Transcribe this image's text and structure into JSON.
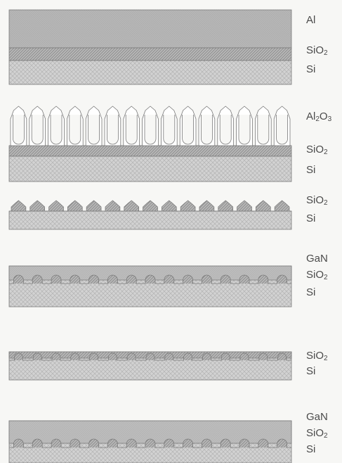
{
  "diagram": {
    "steps": [
      {
        "layers": [
          {
            "name": "Al",
            "label": "Al"
          },
          {
            "name": "SiO2",
            "label": "SiO",
            "sub": "2"
          },
          {
            "name": "Si",
            "label": "Si"
          }
        ]
      },
      {
        "layers": [
          {
            "name": "Al2O3",
            "label": "Al",
            "sub": "2",
            "label2": "O",
            "sub2": "3"
          },
          {
            "name": "SiO2",
            "label": "SiO",
            "sub": "2"
          },
          {
            "name": "Si",
            "label": "Si"
          }
        ]
      },
      {
        "layers": [
          {
            "name": "SiO2",
            "label": "SiO",
            "sub": "2"
          },
          {
            "name": "Si",
            "label": "Si"
          }
        ]
      },
      {
        "layers": [
          {
            "name": "GaN",
            "label": "GaN"
          },
          {
            "name": "SiO2",
            "label": "SiO",
            "sub": "2"
          },
          {
            "name": "Si",
            "label": "Si"
          }
        ]
      },
      {
        "layers": [
          {
            "name": "SiO2",
            "label": "SiO",
            "sub": "2"
          },
          {
            "name": "Si",
            "label": "Si"
          }
        ]
      },
      {
        "layers": [
          {
            "name": "GaN",
            "label": "GaN"
          },
          {
            "name": "SiO2",
            "label": "SiO",
            "sub": "2"
          },
          {
            "name": "Si",
            "label": "Si"
          }
        ]
      }
    ]
  },
  "colors": {
    "al": "#b4b4b4",
    "si": "#d2d2d2",
    "sio2": "#a8a8a8",
    "alumina": "#ffffff",
    "gan": "#bdbdbd",
    "outline": "#7a7a7a",
    "label": "#4a4a4a"
  }
}
